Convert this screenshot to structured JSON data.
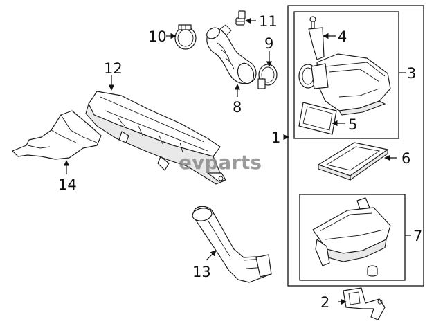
{
  "watermark": "evparts",
  "callouts": {
    "c1": "1",
    "c2": "2",
    "c3": "3",
    "c4": "4",
    "c5": "5",
    "c6": "6",
    "c7": "7",
    "c8": "8",
    "c9": "9",
    "c10": "10",
    "c11": "11",
    "c12": "12",
    "c13": "13",
    "c14": "14"
  }
}
